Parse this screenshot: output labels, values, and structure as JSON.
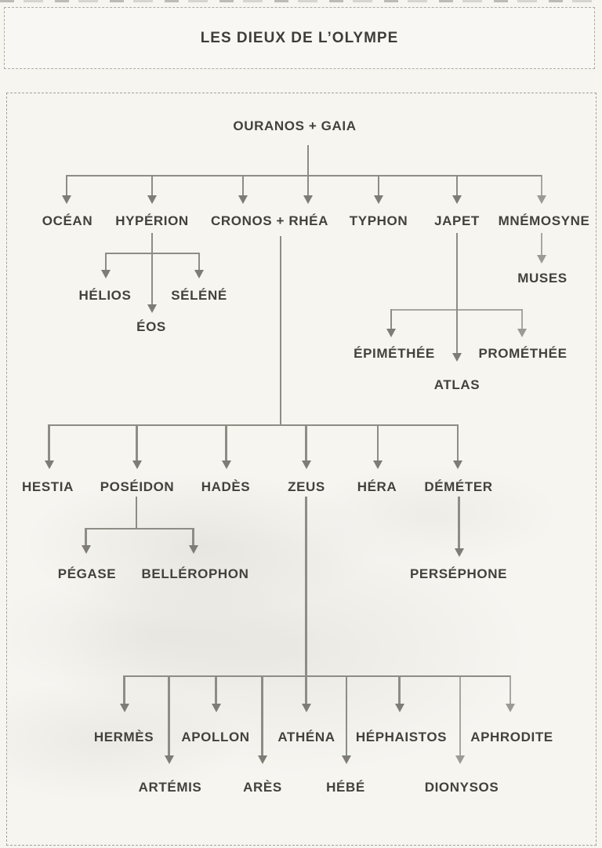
{
  "title": "LES DIEUX DE L’OLYMPE",
  "colors": {
    "paper": "#f6f5f0",
    "line": "#8e8c84",
    "arrowhead": "#7e7c74",
    "text": "#42423d",
    "frame_border": "#a5a299"
  },
  "nodes": {
    "root": "OURANOS + GAIA",
    "ocean": "OCÉAN",
    "hyperion": "HYPÉRION",
    "cronos_rhea": "CRONOS + RHÉA",
    "typhon": "TYPHON",
    "japet": "JAPET",
    "mnemosyne": "MNÉMOSYNE",
    "helios": "HÉLIOS",
    "selene": "SÉLÉNÉ",
    "eos": "ÉOS",
    "muses": "MUSES",
    "epimethee": "ÉPIMÉTHÉE",
    "promethee": "PROMÉTHÉE",
    "atlas": "ATLAS",
    "hestia": "HESTIA",
    "poseidon": "POSÉIDON",
    "hades": "HADÈS",
    "zeus": "ZEUS",
    "hera": "HÉRA",
    "demeter": "DÉMÉTER",
    "pegase": "PÉGASE",
    "bellerophon": "BELLÉROPHON",
    "persephone": "PERSÉPHONE",
    "hermes": "HERMÈS",
    "apollon": "APOLLON",
    "athena": "ATHÉNA",
    "hephaistos": "HÉPHAISTOS",
    "aphrodite": "APHRODITE",
    "artemis": "ARTÉMIS",
    "ares": "ARÈS",
    "hebe": "HÉBÉ",
    "dionysos": "DIONYSOS"
  },
  "relations": [
    {
      "parents": "OURANOS + GAIA",
      "children": [
        "OCÉAN",
        "HYPÉRION",
        "CRONOS + RHÉA",
        "TYPHON",
        "JAPET",
        "MNÉMOSYNE"
      ]
    },
    {
      "parents": "HYPÉRION",
      "children": [
        "HÉLIOS",
        "SÉLÉNÉ",
        "ÉOS"
      ]
    },
    {
      "parents": "MNÉMOSYNE",
      "children": [
        "MUSES"
      ]
    },
    {
      "parents": "JAPET",
      "children": [
        "ÉPIMÉTHÉE",
        "PROMÉTHÉE",
        "ATLAS"
      ]
    },
    {
      "parents": "CRONOS + RHÉA",
      "children": [
        "HESTIA",
        "POSÉIDON",
        "HADÈS",
        "ZEUS",
        "HÉRA",
        "DÉMÉTER"
      ]
    },
    {
      "parents": "POSÉIDON",
      "children": [
        "PÉGASE",
        "BELLÉROPHON"
      ]
    },
    {
      "parents": "DÉMÉTER",
      "children": [
        "PERSÉPHONE"
      ]
    },
    {
      "parents": "ZEUS",
      "children": [
        "HERMÈS",
        "APOLLON",
        "ATHÉNA",
        "HÉPHAISTOS",
        "APHRODITE",
        "ARTÉMIS",
        "ARÈS",
        "HÉBÉ",
        "DIONYSOS"
      ]
    }
  ]
}
